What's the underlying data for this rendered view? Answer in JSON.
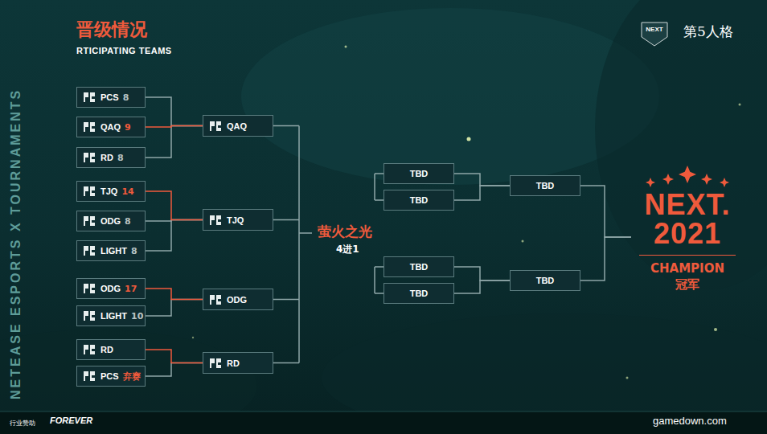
{
  "diagram": {
    "title": "晋级情况",
    "nodes": [
      {
        "text": [
          "PCS",
          "8"
        ]
      },
      {
        "text": [
          "QAQ",
          "9"
        ]
      },
      {
        "text": [
          "RD",
          "8"
        ]
      },
      {
        "text": [
          "TJQ",
          "14"
        ]
      },
      {
        "text": [
          "ODG",
          "8"
        ]
      },
      {
        "text": [
          "LIGHT",
          "8"
        ]
      },
      {
        "text": [
          "ODG",
          "17"
        ]
      },
      {
        "text": [
          "LIGHT",
          "10"
        ]
      },
      {
        "text": [
          "RD"
        ]
      },
      {
        "text": [
          "PCS",
          "弃赛"
        ]
      },
      {
        "text": [
          "QAQ"
        ]
      },
      {
        "text": [
          "TJQ"
        ]
      },
      {
        "text": [
          "ODG"
        ]
      },
      {
        "text": [
          "RD"
        ]
      },
      {
        "text": [
          "TBD"
        ]
      },
      {
        "text": [
          "TBD"
        ]
      },
      {
        "text": [
          "TBD"
        ]
      },
      {
        "text": [
          "TBD"
        ]
      },
      {
        "text": [
          "TBD"
        ]
      },
      {
        "text": [
          "TBD"
        ]
      },
      {
        "text": [
          "NEXT. 2021",
          "CHAMPION",
          "冠军"
        ]
      }
    ],
    "edges": [
      {
        "from": 0,
        "to": 10,
        "arrow": "none"
      },
      {
        "from": 1,
        "to": 10,
        "arrow": "none"
      },
      {
        "from": 2,
        "to": 10,
        "arrow": "none"
      },
      {
        "from": 3,
        "to": 11,
        "arrow": "none"
      },
      {
        "from": 4,
        "to": 11,
        "arrow": "none"
      },
      {
        "from": 5,
        "to": 11,
        "arrow": "none"
      },
      {
        "from": 6,
        "to": 12,
        "arrow": "none"
      },
      {
        "from": 7,
        "to": 12,
        "arrow": "none"
      },
      {
        "from": 8,
        "to": 13,
        "arrow": "none"
      },
      {
        "from": 9,
        "to": 13,
        "arrow": "none"
      },
      {
        "from": 14,
        "to": 18,
        "arrow": "none"
      },
      {
        "from": 15,
        "to": 18,
        "arrow": "none"
      },
      {
        "from": 16,
        "to": 19,
        "arrow": "none"
      },
      {
        "from": 17,
        "to": 19,
        "arrow": "none"
      },
      {
        "from": 18,
        "to": 20,
        "arrow": "none"
      },
      {
        "from": 19,
        "to": 20,
        "arrow": "none"
      }
    ],
    "labels": [
      "RTICIPATING TEAMS",
      "NETEASE ESPORTS X TOURNAMENTS",
      "NEXT",
      "第5人格",
      "萤火之光",
      "4进1",
      "行业赞助",
      "FOREVER",
      "gamedown.com"
    ]
  }
}
